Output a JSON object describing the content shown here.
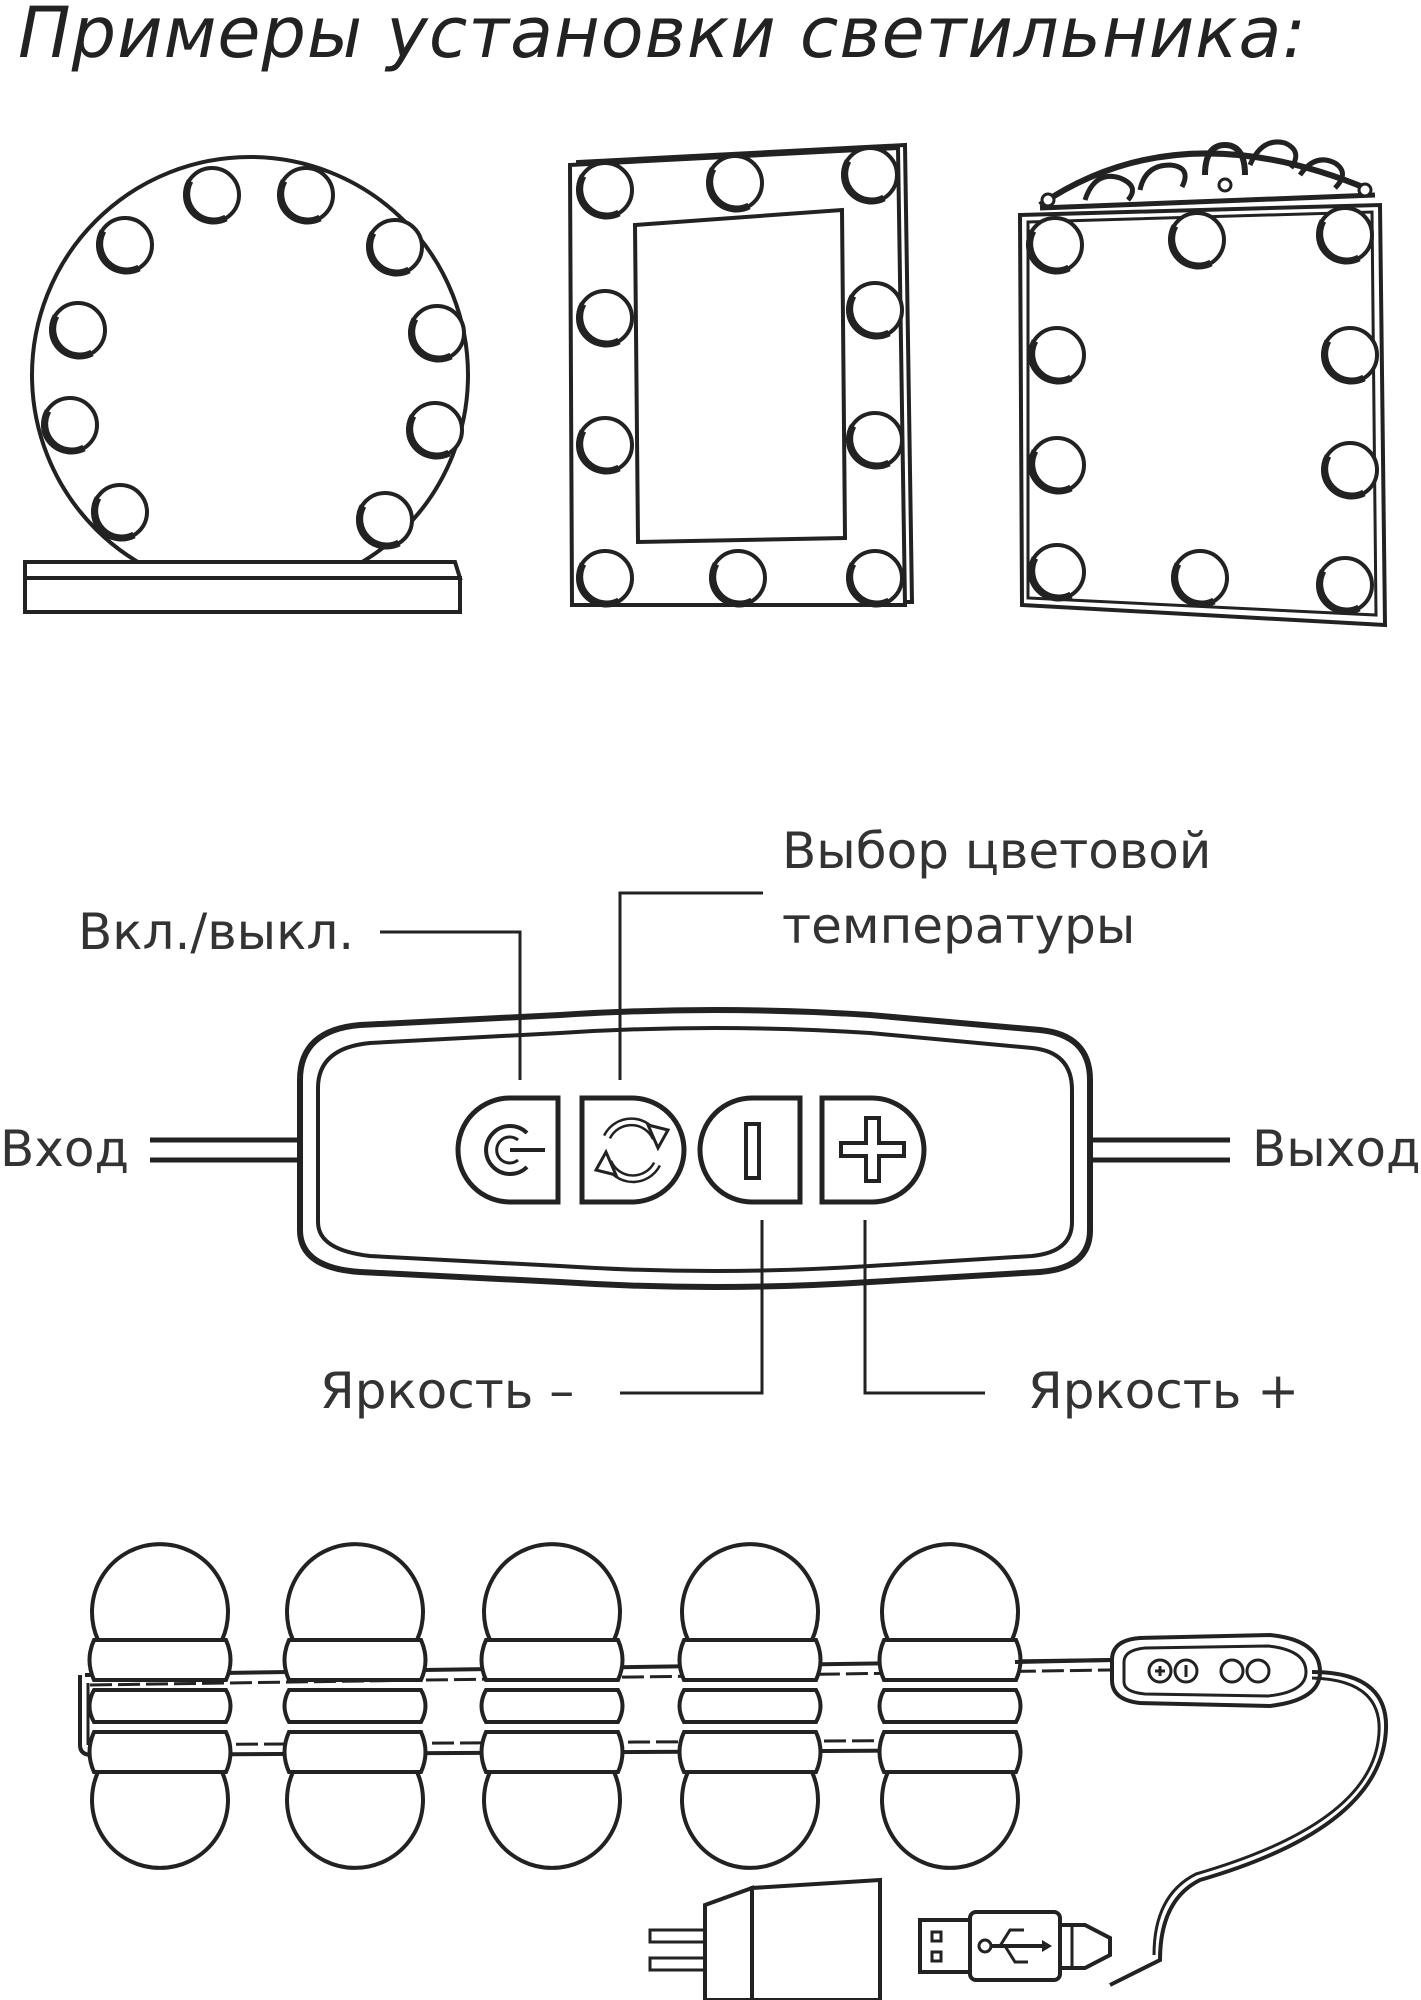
{
  "title": "Примеры установки светильника:",
  "labels": {
    "input": "Вход",
    "output": "Выход",
    "power": "Вкл./выкл.",
    "color_temp_line1": "Выбор цветовой",
    "color_temp_line2": "температуры",
    "brightness_down": "Яркость –",
    "brightness_up": "Яркость +"
  },
  "colors": {
    "stroke": "#222222",
    "text": "#333333",
    "background": "#ffffff"
  },
  "icons": [
    "power-icon",
    "refresh-icon",
    "minus-icon",
    "plus-icon",
    "usb-icon",
    "plug-icon"
  ]
}
